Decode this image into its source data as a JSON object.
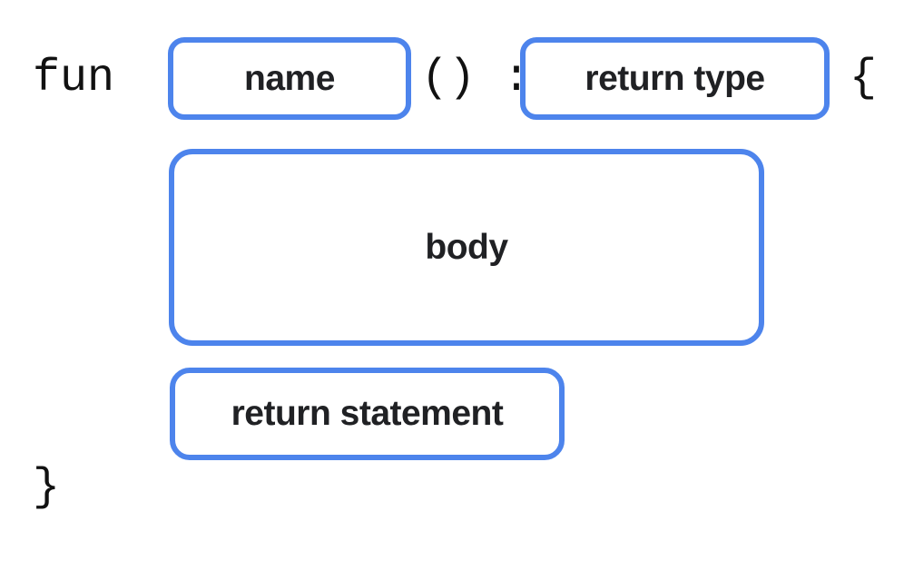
{
  "diagram": {
    "description": "Anatomy of a function declaration syntax",
    "keyword": "fun",
    "punctuation": {
      "parens_colon": "() :",
      "open_brace": "{",
      "close_brace": "}"
    },
    "slots": [
      {
        "id": "name",
        "label": "name"
      },
      {
        "id": "return-type",
        "label": "return type"
      },
      {
        "id": "body",
        "label": "body"
      },
      {
        "id": "return-statement",
        "label": "return statement"
      }
    ],
    "colors": {
      "slot_border": "#4d84ec",
      "slot_fill": "#ffffff",
      "label_text": "#202124",
      "code_text": "#111111",
      "background": "#ffffff"
    }
  }
}
